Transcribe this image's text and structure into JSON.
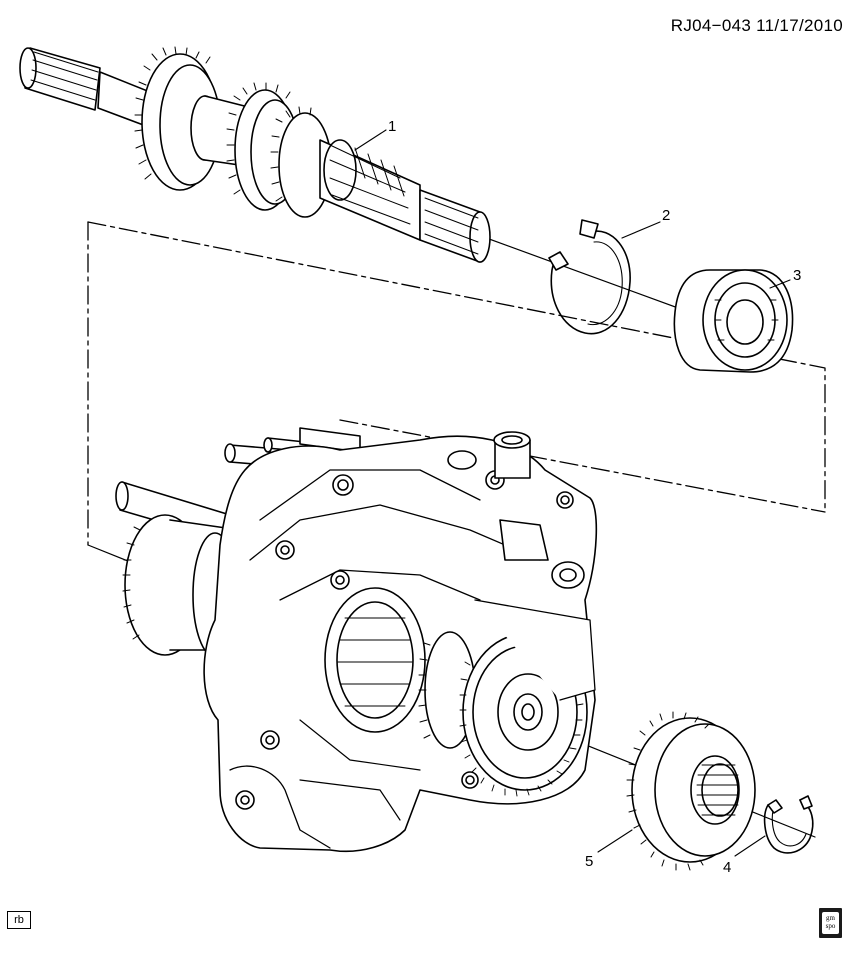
{
  "ref_code": "RJ04−043  11/17/2010",
  "callouts": [
    {
      "number": "1",
      "part": "input-shaft"
    },
    {
      "number": "2",
      "part": "snap-ring"
    },
    {
      "number": "3",
      "part": "bearing"
    },
    {
      "number": "4",
      "part": "retaining-ring"
    },
    {
      "number": "5",
      "part": "gear"
    }
  ],
  "corner_badge": "rb",
  "logo": {
    "line1": "gm",
    "line2": "spo"
  },
  "colors": {
    "line": "#000000",
    "background": "#ffffff"
  }
}
